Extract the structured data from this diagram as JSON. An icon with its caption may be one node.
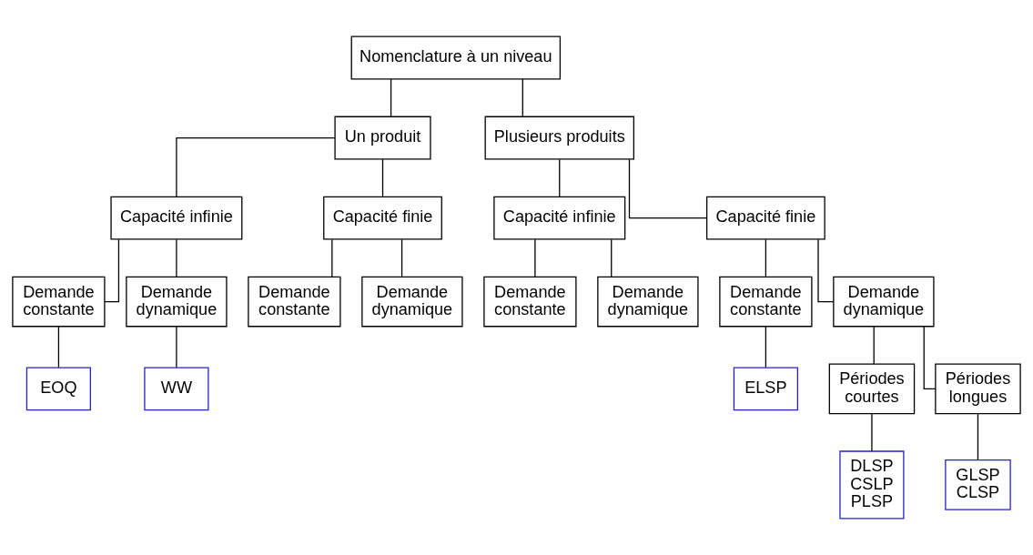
{
  "diagram": {
    "nodes": [
      {
        "text": [
          "Nomenclature à un niveau"
        ]
      },
      {
        "text": [
          "Un produit"
        ]
      },
      {
        "text": [
          "Plusieurs produits"
        ]
      },
      {
        "text": [
          "Capacité infinie"
        ]
      },
      {
        "text": [
          "Capacité finie"
        ]
      },
      {
        "text": [
          "Capacité infinie"
        ]
      },
      {
        "text": [
          "Capacité finie"
        ]
      },
      {
        "text": [
          "Demande constante"
        ]
      },
      {
        "text": [
          "Demande dynamique"
        ]
      },
      {
        "text": [
          "Demande constante"
        ]
      },
      {
        "text": [
          "Demande dynamique"
        ]
      },
      {
        "text": [
          "Demande constante"
        ]
      },
      {
        "text": [
          "Demande dynamique"
        ]
      },
      {
        "text": [
          "Demande constante"
        ]
      },
      {
        "text": [
          "Demande dynamique"
        ]
      },
      {
        "text": [
          "EOQ"
        ]
      },
      {
        "text": [
          "WW"
        ]
      },
      {
        "text": [
          "ELSP"
        ]
      },
      {
        "text": [
          "Périodes courtes"
        ]
      },
      {
        "text": [
          "Périodes longues"
        ]
      },
      {
        "text": [
          "DLSP",
          "CSLP",
          "PLSP"
        ]
      },
      {
        "text": [
          "GLSP",
          "CLSP"
        ]
      }
    ],
    "edges": [
      {
        "from": 0,
        "to": 1,
        "arrow": "none"
      },
      {
        "from": 0,
        "to": 2,
        "arrow": "none"
      },
      {
        "from": 1,
        "to": 3,
        "arrow": "none"
      },
      {
        "from": 1,
        "to": 4,
        "arrow": "none"
      },
      {
        "from": 2,
        "to": 5,
        "arrow": "none"
      },
      {
        "from": 2,
        "to": 6,
        "arrow": "none"
      },
      {
        "from": 3,
        "to": 7,
        "arrow": "none"
      },
      {
        "from": 3,
        "to": 8,
        "arrow": "none"
      },
      {
        "from": 4,
        "to": 9,
        "arrow": "none"
      },
      {
        "from": 4,
        "to": 10,
        "arrow": "none"
      },
      {
        "from": 5,
        "to": 11,
        "arrow": "none"
      },
      {
        "from": 5,
        "to": 12,
        "arrow": "none"
      },
      {
        "from": 6,
        "to": 13,
        "arrow": "none"
      },
      {
        "from": 6,
        "to": 14,
        "arrow": "none"
      },
      {
        "from": 7,
        "to": 15,
        "arrow": "none"
      },
      {
        "from": 8,
        "to": 16,
        "arrow": "none"
      },
      {
        "from": 13,
        "to": 17,
        "arrow": "none"
      },
      {
        "from": 14,
        "to": 18,
        "arrow": "none"
      },
      {
        "from": 14,
        "to": 19,
        "arrow": "none"
      },
      {
        "from": 18,
        "to": 20,
        "arrow": "none"
      },
      {
        "from": 19,
        "to": 21,
        "arrow": "none"
      }
    ]
  }
}
